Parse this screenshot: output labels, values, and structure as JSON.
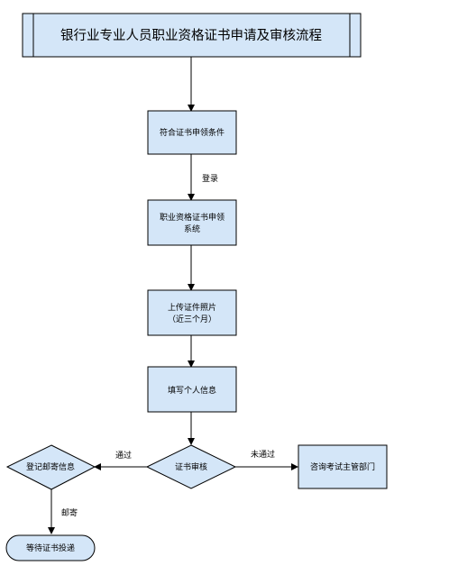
{
  "title": "银行业专业人员职业资格证书申请及审核流程",
  "steps": {
    "s1": "符合证书申领条件",
    "s2_line1": "职业资格证书申领",
    "s2_line2": "系统",
    "s3_line1": "上传证件照片",
    "s3_line2": "（近三个月）",
    "s4": "填写个人信息",
    "review": "证书审核",
    "register": "登记邮寄信息",
    "consult": "咨询考试主管部门",
    "wait": "等待证书投递"
  },
  "edge_labels": {
    "login": "登录",
    "pass": "通过",
    "fail": "未通过",
    "mail": "邮寄"
  },
  "colors": {
    "box_fill": "#d4e6f8",
    "stroke": "#000000"
  }
}
